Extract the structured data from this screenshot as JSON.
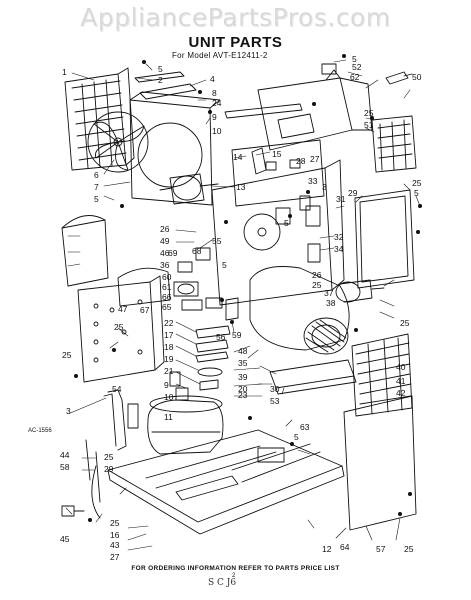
{
  "watermark": "AppliancePartsPros.com",
  "title": "UNIT PARTS",
  "model": "For Model AVT-E12411-2",
  "drawing_ref": "AC-1556",
  "footer": "FOR ORDERING INFORMATION REFER TO PARTS PRICE LIST",
  "page_mark": "2",
  "scrawl": "S C J6",
  "callouts": [
    "1",
    "2",
    "3",
    "4",
    "5",
    "6",
    "7",
    "8",
    "9",
    "10",
    "11",
    "12",
    "13",
    "14",
    "15",
    "16",
    "17",
    "18",
    "19",
    "20",
    "21",
    "22",
    "23",
    "24",
    "25",
    "26",
    "27",
    "28",
    "29",
    "30",
    "31",
    "32",
    "33",
    "34",
    "35",
    "36",
    "37",
    "38",
    "39",
    "40",
    "41",
    "42",
    "43",
    "44",
    "45",
    "46",
    "47",
    "48",
    "49",
    "50",
    "51",
    "52",
    "53",
    "54",
    "55",
    "56",
    "57",
    "58",
    "59",
    "60",
    "61",
    "62",
    "63",
    "64",
    "65",
    "66",
    "67",
    "68",
    "69"
  ]
}
